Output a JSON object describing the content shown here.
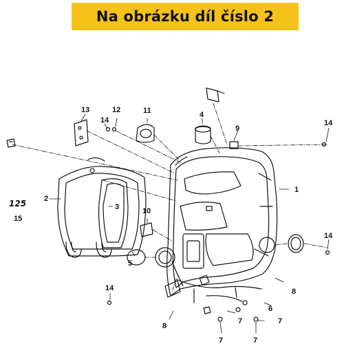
{
  "header": {
    "title": "Na obrázku díl číslo 2",
    "background": "#f5c21a"
  },
  "labels": {
    "p1": "1",
    "p2": "2",
    "p3": "3",
    "p4": "4",
    "p5": "5",
    "p6": "6",
    "p7a": "7",
    "p7b": "7",
    "p7c": "7",
    "p7d": "7",
    "p8a": "8",
    "p8b": "8",
    "p9": "9",
    "p10": "10",
    "p11": "11",
    "p12": "12",
    "p13": "13",
    "p14a": "14",
    "p14b": "14",
    "p14c": "14",
    "p14d": "14",
    "p15": "15",
    "logo": "125"
  }
}
